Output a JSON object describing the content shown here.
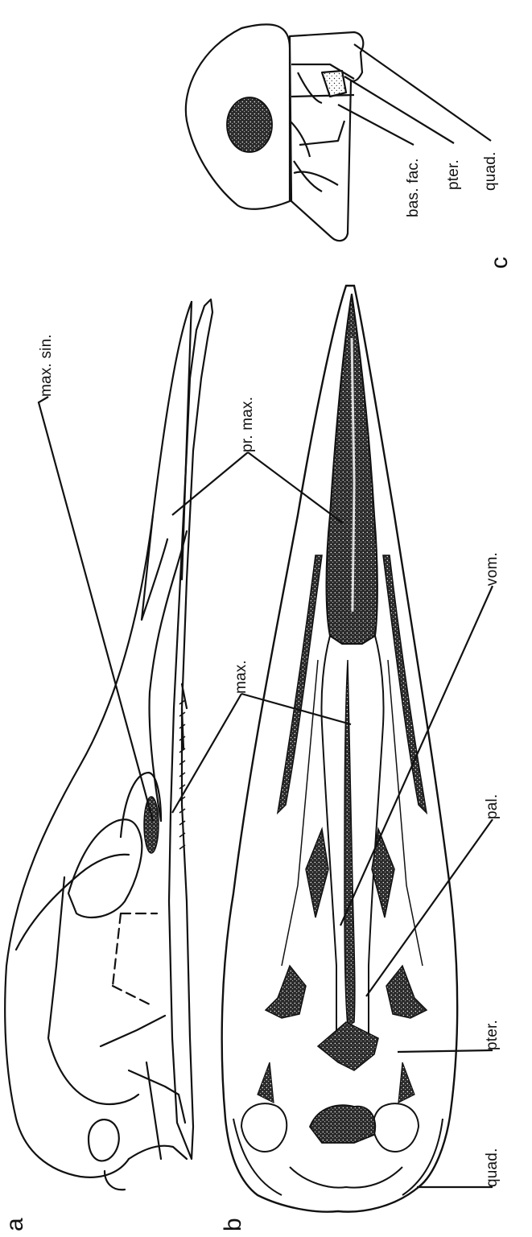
{
  "panel_labels": {
    "a": "a",
    "b": "b",
    "c": "c"
  },
  "labels": {
    "max_sin": "max. sin.",
    "max": "max.",
    "pr_max": "pr. max.",
    "vom": "vom.",
    "pal": "pal.",
    "pter": "pter.",
    "quad": "quad."
  },
  "inset_labels": {
    "bas_fac": "bas. fac.",
    "pter": "pter.",
    "quad": "quad."
  }
}
